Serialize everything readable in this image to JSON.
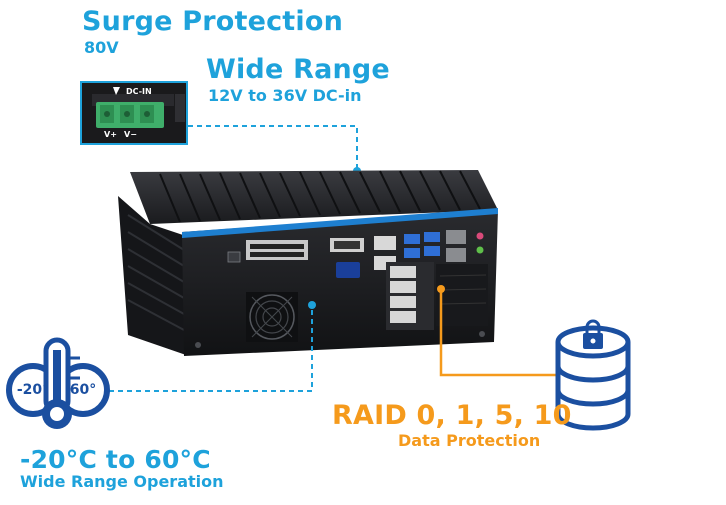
{
  "surge": {
    "title": "Surge Protection",
    "value": "80V"
  },
  "wide_range": {
    "title": "Wide Range",
    "value": "12V to 36V DC-in"
  },
  "dc_in": {
    "label": "DC-IN",
    "pin_plus": "V+",
    "pin_minus": "V−"
  },
  "raid": {
    "title": "RAID 0, 1, 5, 10",
    "subtitle": "Data Protection"
  },
  "temp": {
    "title": "-20°C to 60°C",
    "subtitle": "Wide Range Operation",
    "low_label": "-20°",
    "high_label": "60°"
  },
  "colors": {
    "blue": "#1ea2db",
    "navy": "#1b4fa0",
    "orange": "#f59a1c",
    "device": "#1c1d20"
  }
}
